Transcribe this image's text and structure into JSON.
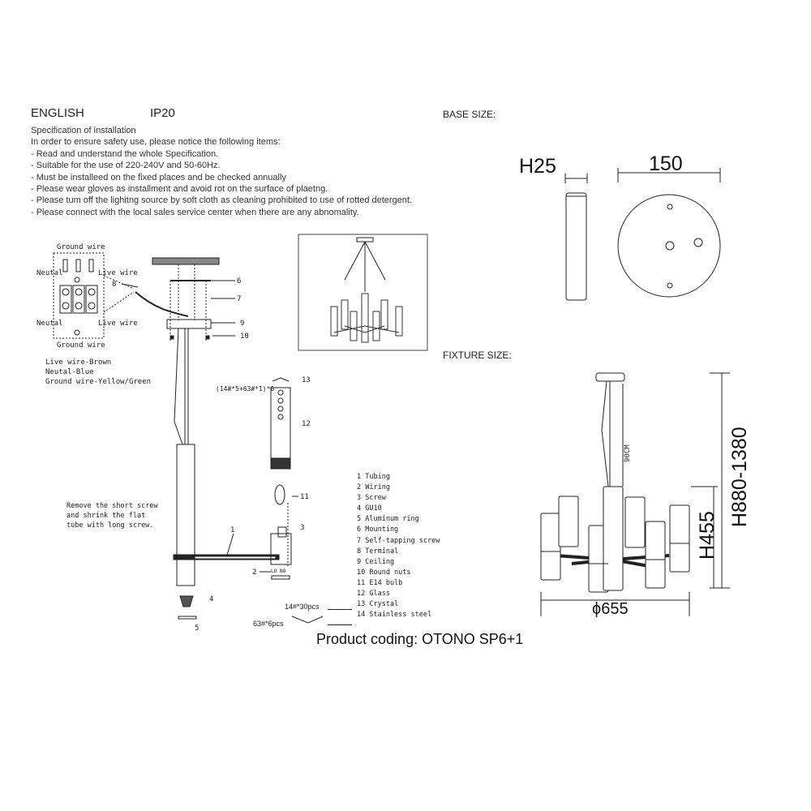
{
  "header": {
    "language": "ENGLISH",
    "ip_rating": "IP20"
  },
  "spec": {
    "title": "Specification of installation",
    "intro": "In order to ensure safety use, please notice the following items:",
    "items": [
      "- Read and understand the whole Specification.",
      "- Suitable for the use of 220-240V and 50-60Hz.",
      "- Must be installeed on the fixed places and be checked annually",
      "- Please wear gloves as installment and avoid rot on the surface of plaetng.",
      "- Please tum off the lighitng source by soft cloth as cleaning prohibited to use of rotted detergent.",
      "- Please connect with the local sales service center when there are any abnomality."
    ]
  },
  "base_size": {
    "label": "BASE SIZE:",
    "height": "H25",
    "diameter": "150"
  },
  "fixture_size": {
    "label": "FIXTURE SIZE:",
    "total_height": "H880-1380",
    "body_height": "H455",
    "diameter": "ϕ655",
    "cable": "90CM"
  },
  "wiring": {
    "ground_top": "Ground wire",
    "neutral_top": "Neutal",
    "live_top": "Live wire",
    "neutral_bottom": "Neutal",
    "live_bottom": "Live wire",
    "ground_bottom": "Ground wire",
    "legend": [
      "Live wire-Brown",
      "Neutal-Blue",
      "Ground wire-Yellow/Green"
    ]
  },
  "callouts": {
    "n1": "1",
    "n2": "2",
    "n3": "3",
    "n4": "4",
    "n5": "5",
    "n6": "6",
    "n7": "7",
    "n8": "8",
    "n9": "9",
    "n10": "10",
    "n11": "11",
    "n12": "12",
    "n13": "13",
    "lo": "LO",
    "no": "NO"
  },
  "crystal_formula": "(14#*5+63#*1)*6",
  "note": [
    "Remove the short screw",
    "and shrink the flat",
    "tube with long screw."
  ],
  "parts": [
    "1 Tubing",
    "2 Wiring",
    "3 Screw",
    "4 GU10",
    "5 Aluminum ring",
    "6 Mounting",
    "7 Self-tapping screw",
    "8 Terminal",
    "9 Ceiling",
    "10 Round nuts",
    "11 E14 bulb",
    "12 Glass",
    "13 Crystal",
    "14 Stainless steel"
  ],
  "crystal_qty": "14#*30pcs",
  "steel_qty": "63#*6pcs",
  "product_coding": "Product coding: OTONO SP6+1"
}
